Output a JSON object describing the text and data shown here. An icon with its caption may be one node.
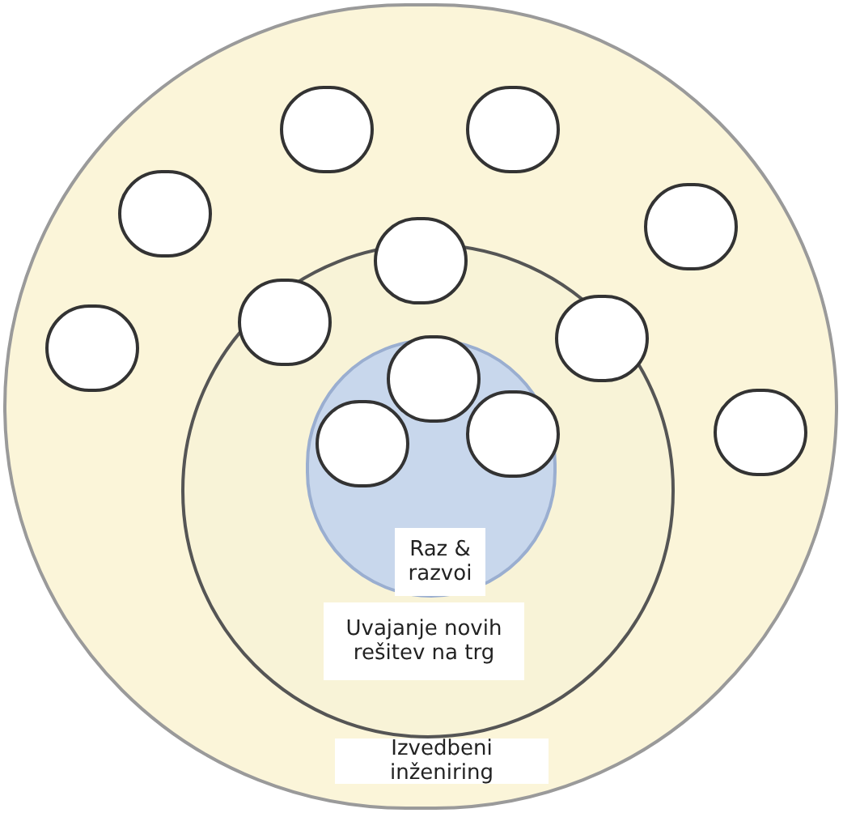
{
  "diagram": {
    "nodes": [
      {
        "text": [
          "Izvedbeni inženiring"
        ]
      },
      {
        "text": [
          "Uvajanje novih rešitev na trg"
        ],
        "in": 0
      },
      {
        "text": [
          "Raz & razvoi"
        ],
        "in": 1
      },
      {
        "text": [],
        "shape": "circle",
        "in": 2
      },
      {
        "text": [],
        "shape": "circle",
        "in": 2
      },
      {
        "text": [],
        "shape": "circle",
        "in": 2
      },
      {
        "text": [],
        "shape": "circle",
        "in": 1
      },
      {
        "text": [],
        "shape": "circle",
        "in": 1
      },
      {
        "text": [],
        "shape": "circle",
        "in": 1
      },
      {
        "text": [],
        "shape": "circle",
        "in": 0
      },
      {
        "text": [],
        "shape": "circle",
        "in": 0
      },
      {
        "text": [],
        "shape": "circle",
        "in": 0
      },
      {
        "text": [],
        "shape": "circle",
        "in": 0
      },
      {
        "text": [],
        "shape": "circle",
        "in": 0
      },
      {
        "text": [],
        "shape": "circle",
        "in": 0
      }
    ]
  }
}
